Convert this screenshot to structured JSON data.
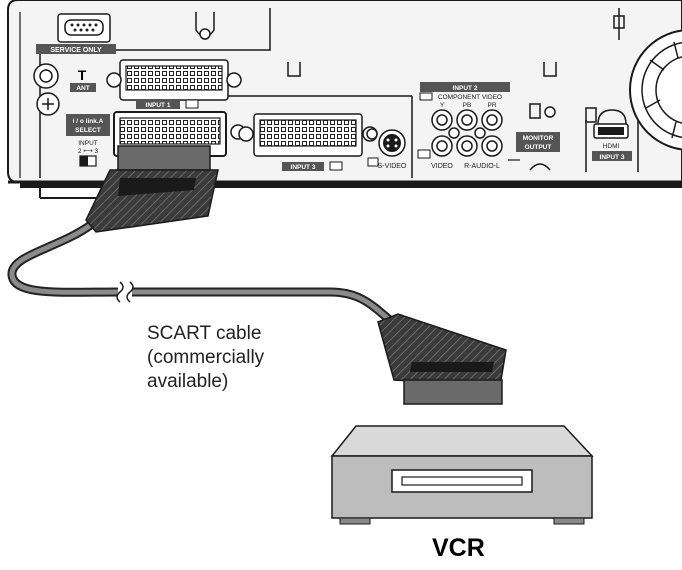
{
  "panel": {
    "service_only": "SERVICE ONLY",
    "ant": "ANT",
    "input1": "INPUT 1",
    "input3_scart": "INPUT 3",
    "io_link": "i / o link.A",
    "select": "SELECT",
    "input_switch": "INPUT",
    "switch_range": "2 ⟷ 3",
    "input2": "INPUT 2",
    "component_video": "COMPONENT VIDEO",
    "y": "Y",
    "pb": "PB",
    "pr": "PR",
    "s_video": "S-VIDEO",
    "video": "VIDEO",
    "audio": "R-AUDIO-L",
    "monitor": "MONITOR",
    "output": "OUTPUT",
    "hdmi": "HDMI",
    "input3_hdmi": "INPUT 3"
  },
  "caption": {
    "line1": "SCART cable",
    "line2": "(commercially",
    "line3": "available)"
  },
  "device": {
    "label": "VCR"
  },
  "colors": {
    "panel_fill": "#f4f4f4",
    "outline": "#1a1a1a",
    "plug_dark": "#2b2b2b",
    "plug_mid": "#6a6a6a",
    "cable": "#8a8a8a",
    "vcr_top": "#d9d9d9",
    "vcr_front": "#bdbdbd",
    "label_bar": "#555555"
  }
}
